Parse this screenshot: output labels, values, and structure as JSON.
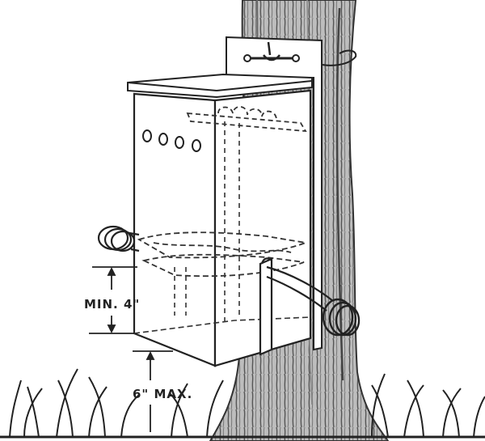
{
  "labels": {
    "min_height": "MIN. 4\"",
    "max_height": "6\" MAX."
  },
  "colors": {
    "ink": "#222222",
    "bark_dark": "#555555",
    "bark_light": "#9a9a9a",
    "paper": "#ffffff"
  },
  "icons": {
    "tree": "tree-trunk-drawing",
    "box": "feeder-box-drawing",
    "spring": "coil-spring-drawing",
    "grass": "grass-tuft-drawing"
  }
}
